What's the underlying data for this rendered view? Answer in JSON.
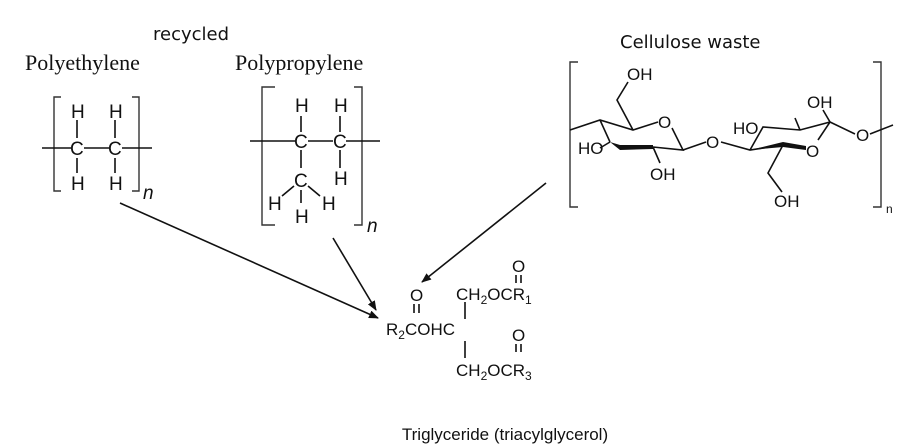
{
  "labels": {
    "recycled": "recycled",
    "polyethylene": "Polyethylene",
    "polypropylene": "Polypropylene",
    "cellulose": "Cellulose waste",
    "triglyceride": "Triglyceride (triacylglycerol)"
  },
  "atoms": {
    "H": "H",
    "C": "C",
    "n": "n",
    "OH": "OH",
    "HO": "HO",
    "O": "O",
    "CH": "CH",
    "two": "2",
    "OCR": "OCR",
    "R": "R",
    "one": "1",
    "three": "3",
    "COHC": "COHC"
  }
}
